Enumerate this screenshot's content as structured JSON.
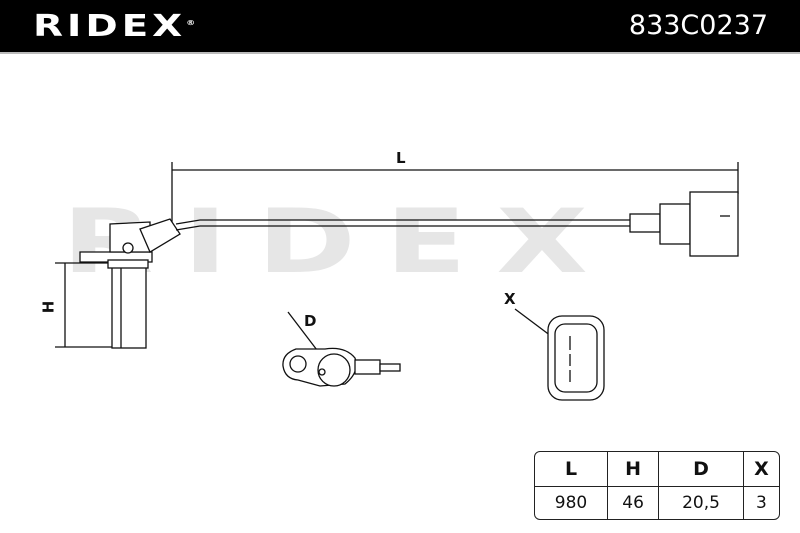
{
  "header": {
    "brand": "RIDEX",
    "registered": "®",
    "part_number": "833C0237"
  },
  "watermark": "RIDEX",
  "drawing": {
    "dim_L": "L",
    "dim_H": "H",
    "view_D": "D",
    "view_X": "X"
  },
  "table": {
    "headers": [
      "L",
      "H",
      "D",
      "X"
    ],
    "values": [
      "980",
      "46",
      "20,5",
      "3"
    ]
  }
}
